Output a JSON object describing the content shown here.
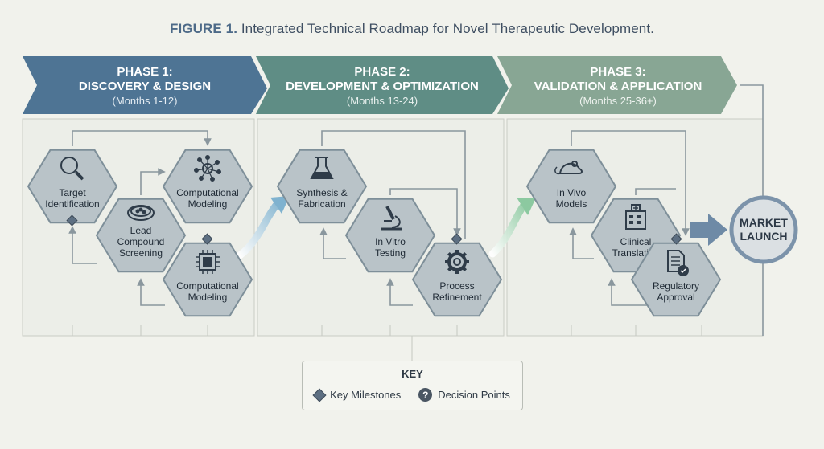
{
  "title": {
    "prefix": "FIGURE 1.",
    "text": "Integrated Technical Roadmap for Novel Therapeutic Development."
  },
  "phases": [
    {
      "line1": "PHASE 1:",
      "line2": "DISCOVERY & DESIGN",
      "months": "(Months 1-12)",
      "color": "#4e7494"
    },
    {
      "line1": "PHASE 2:",
      "line2": "DEVELOPMENT & OPTIMIZATION",
      "months": "(Months 13-24)",
      "color": "#5f8d85"
    },
    {
      "line1": "PHASE 3:",
      "line2": "VALIDATION & APPLICATION",
      "months": "(Months 25-36+)",
      "color": "#88a694"
    }
  ],
  "nodes": [
    {
      "lines": [
        "Target",
        "Identification"
      ],
      "icon": "magnifier-icon"
    },
    {
      "lines": [
        "Lead",
        "Compound",
        "Screening"
      ],
      "icon": "petri-dish-icon"
    },
    {
      "lines": [
        "Computational",
        "Modeling"
      ],
      "icon": "circuit-brain-icon"
    },
    {
      "lines": [
        "Computational",
        "Modeling"
      ],
      "icon": "chip-icon"
    },
    {
      "lines": [
        "Synthesis &",
        "Fabrication"
      ],
      "icon": "flask-icon"
    },
    {
      "lines": [
        "In Vitro",
        "Testing"
      ],
      "icon": "microscope-icon"
    },
    {
      "lines": [
        "Process",
        "Refinement"
      ],
      "icon": "gear-icon"
    },
    {
      "lines": [
        "In Vivo",
        "Models"
      ],
      "icon": "mouse-icon"
    },
    {
      "lines": [
        "Clinical",
        "Translation"
      ],
      "icon": "hospital-icon"
    },
    {
      "lines": [
        "Regulatory",
        "Approval"
      ],
      "icon": "document-check-icon"
    }
  ],
  "market": {
    "line1": "MARKET",
    "line2": "LAUNCH"
  },
  "key": {
    "title": "KEY",
    "milestones_label": "Key Milestones",
    "decision_label": "Decision Points",
    "decision_symbol": "?"
  },
  "colors": {
    "hex_fill": "#b9c3c8",
    "hex_stroke": "#7e8f99",
    "connector": "#8a979e",
    "background": "#f1f2ec"
  }
}
